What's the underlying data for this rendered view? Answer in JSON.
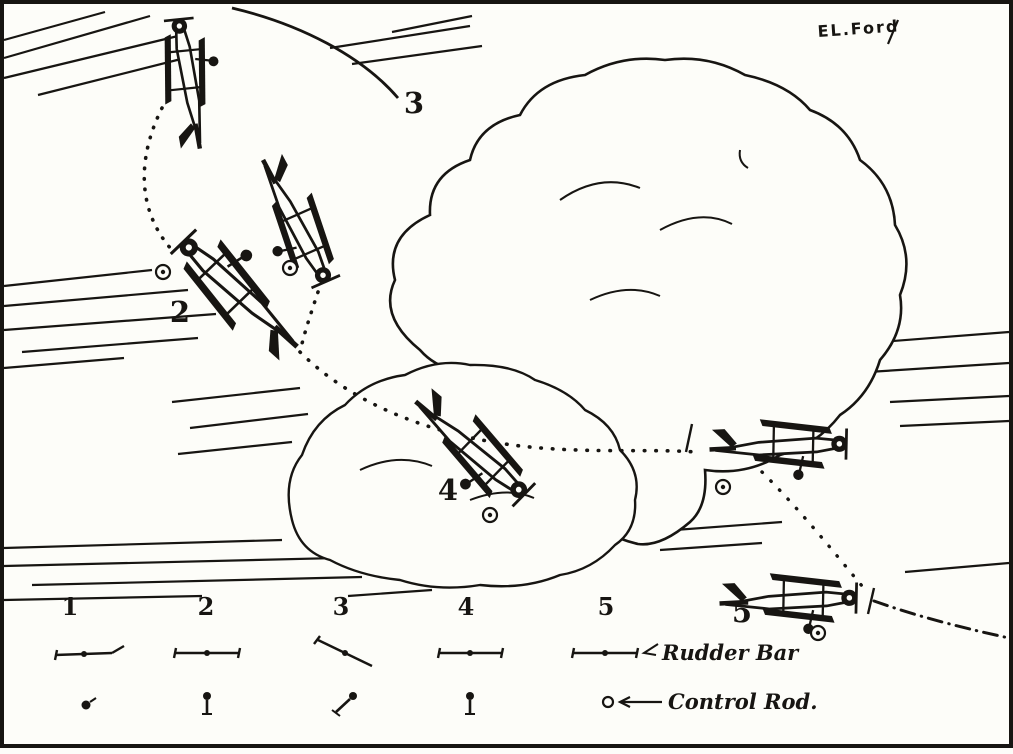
{
  "figure": {
    "signature": "EL.Ford",
    "stages": {
      "label_2": "2",
      "label_3": "3",
      "label_4": "4",
      "label_5": "5"
    },
    "legend": {
      "items": [
        "1",
        "2",
        "3",
        "4",
        "5"
      ],
      "rudder_bar_label": "Rudder Bar",
      "control_rod_label": "Control Rod."
    },
    "colors": {
      "ink": "#171512",
      "paper": "#fdfdf9"
    }
  }
}
